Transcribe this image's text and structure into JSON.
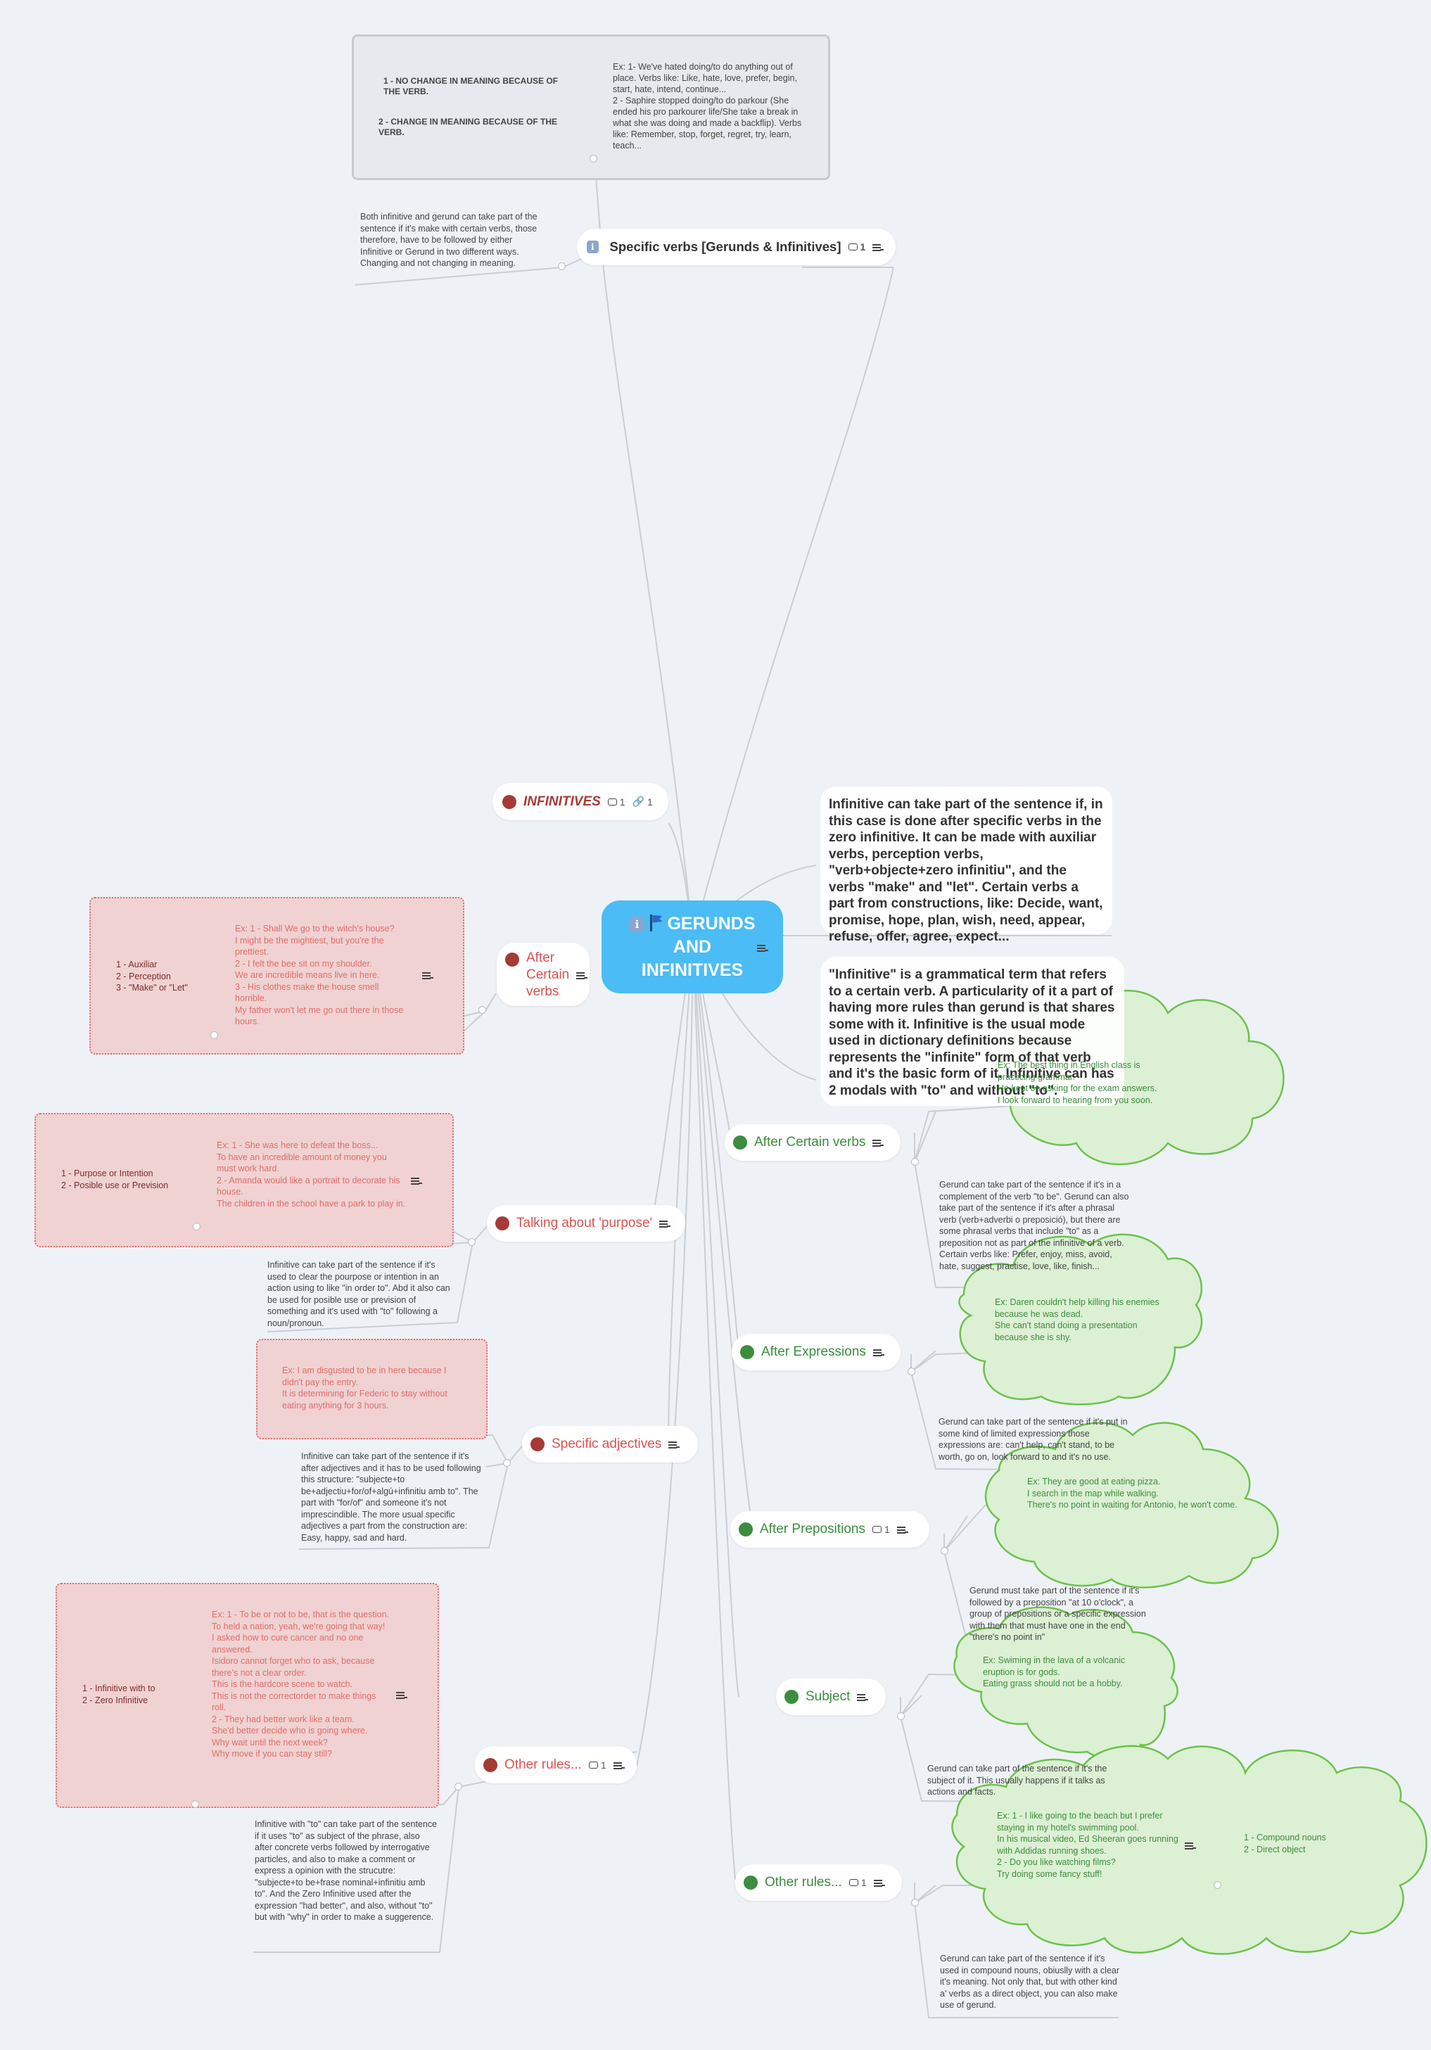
{
  "central": {
    "line1": "GERUNDS",
    "line2": "AND",
    "line3": "INFINITIVES"
  },
  "top": {
    "label": "Specific verbs [Gerunds & Infinitives]",
    "comments": "1",
    "note": "Both infinitive and gerund can take part of the sentence if it's make with certain verbs, those therefore, have to be followed by either Infinitive or Gerund in two different ways. Changing and not changing in meaning.",
    "box_item1": "1 - NO CHANGE IN MEANING BECAUSE OF THE VERB.",
    "box_item2": "2 - CHANGE IN MEANING BECAUSE OF THE VERB.",
    "box_examples": "Ex: 1- We've hated doing/to do anything out of place. Verbs like: Like, hate, love, prefer, begin, start, hate, intend, continue...\n2 - Saphire stopped doing/to do parkour (She ended his pro parkourer life/She take a break in what she was doing and made a backflip). Verbs like: Remember, stop, forget, regret, try, learn, teach..."
  },
  "infinitives": {
    "label": "INFINITIVES",
    "comments": "1",
    "links": "1",
    "def1": "Infinitive can take part of the sentence if, in this case is done after specific verbs in the zero infinitive. It can be made with auxiliar verbs, perception verbs, \"verb+objecte+zero infinitiu\", and the verbs \"make\" and \"let\". Certain verbs a part from constructions, like: Decide, want, promise, hope, plan, wish, need, appear, refuse, offer, agree, expect...",
    "def2": "\"Infinitive\" is a grammatical term that refers to a certain verb. A particularity of it a part of having more rules than gerund is that shares some with it. Infinitive is the usual mode used in dictionary definitions because represents the \"infinite\" form of that verb and it's the basic form of it. Infinitive can has 2 modals with \"to\" and without \"to\"."
  },
  "left": {
    "after_verbs": {
      "label": "After Certain verbs",
      "list": "1 - Auxiliar\n2 - Perception\n3 - \"Make\" or \"Let\"",
      "examples": "Ex: 1 - Shall We go to the witch's house?\nI might be the mightiest, but you're the prettiest.\n 2 - I felt the bee sit on my shoulder.\nWe are incredible means live in here.\n3 - His clothes make the house smell horrible.\nMy father won't let me go out there in those hours."
    },
    "purpose": {
      "label": "Talking about 'purpose'",
      "list": "1 - Purpose or Intention\n2 - Posible use or Prevision",
      "examples": "Ex: 1 - She was here to defeat the boss...\nTo have an incredible amount of money you must work hard.\n2 - Amanda would like a portrait to decorate his house.\nThe children in the school have a park to play in.",
      "note": "Infinitive can take part of the sentence if it's used to clear the pourpose or intention in an action using to like \"in order to\". Abd it also can be used for posible use or prevision of something and it's used with \"to\" following a noun/pronoun."
    },
    "adjectives": {
      "label": "Specific adjectives",
      "examples": "Ex: I am disgusted to be in here because I didn't pay the entry.\nIt is determining for Federic to stay without eating anything for 3 hours.",
      "note": "Infinitive can take part of the sentence if it's after adjectives and it has to be used following this structure: \"subjecte+to be+adjectiu+for/of+algú+infinitiu amb to\". The part with \"for/of\" and someone it's not imprescindible. The more usual specific adjectives a part from the construction are: Easy, happy, sad and hard."
    },
    "other": {
      "label": "Other rules...",
      "comments": "1",
      "list": "1 - Infinitive with to\n2 - Zero Infinitive",
      "examples": "Ex: 1 - To be or not to be, that is the question.\nTo held a nation, yeah, we're going that way!\nI asked how to cure cancer and no one answered.\nIsidoro cannot forget who to ask, because there's not a clear order.\nThis is the hardcore scene to watch.\nThis is not the correctorder to make things roll.\n2 - They had better work like a team.\nShe'd better decide who is going where.\nWhy wait until the next week?\nWhy move if you can stay still?",
      "note": "Infinitive with \"to\" can take part of the sentence if it uses \"to\" as subject of the phrase, also after concrete verbs followed by interrogative particles, and also  to make a comment or express a opinion with the strucutre: \"subjecte+to be+frase nominal+infinitiu amb to\".\nAnd the Zero Infinitive used after the expression \"had better\", and also, without \"to\" but with \"why\" in order to make a suggerence."
    }
  },
  "right": {
    "after_verbs": {
      "label": "After Certain verbs",
      "examples": "Ex: The best thing in English class is practicing grammar.\nHe kept on asking for the exam answers.\nI look forward to hearing from you soon.",
      "note": "Gerund can take part of the sentence if it's in a complement of the verb \"to be\". Gerund can also take part of the sentence if it's after a phrasal verb (verb+adverbi o preposició), but there are some phrasal verbs that include \"to\" as a preposition not as part of the infinitive of a verb. Certain verbs like: Prefer, enjoy, miss, avoid, hate, suggest, practise, love, like, finish..."
    },
    "expressions": {
      "label": "After Expressions",
      "examples": "Ex: Daren couldn't help killing his enemies because he was dead.\nShe can't stand doing a presentation because she is shy.",
      "note": "Gerund can take part of the sentence if it's put in some kind of limited expressions those expressions are: can't help, can't stand, to be worth, go on, look forward to and it's no use."
    },
    "prepositions": {
      "label": "After Prepositions",
      "comments": "1",
      "examples": "Ex: They are good at eating pizza.\nI search in the map while walking.\nThere's no point in waiting for Antonio, he won't come.",
      "note": "Gerund must take part of the sentence if it's followed by a preposition \"at 10 o'clock\", a group of prepositions or a specific expression with them that must have one in the end \"there's no point in\""
    },
    "subject": {
      "label": "Subject",
      "examples": "Ex: Swiming in the lava of a volcanic eruption is for gods.\nEating grass should not be a hobby.",
      "note": "Gerund can take part of the sentence if it's the subject of it. This usually happens if it talks as actions and facts."
    },
    "other": {
      "label": "Other rules...",
      "comments": "1",
      "examples": "Ex: 1 - I like going to the beach but I prefer staying in my hotel's swimming pool.\nIn his musical video, Ed Sheeran goes running with Addidas running shoes.\n2 - Do you like watching films?\nTry doing some fancy stuff!",
      "list": "1 - Compound nouns\n2 - Direct object",
      "note": "Gerund can take part of the sentence if it's used in compound nouns, obiuslly with a clear it's meaning. Not only that, but with other kind a' verbs as a direct object, you can also make use of gerund."
    }
  },
  "colors": {
    "central": "#4bbcf6",
    "infinitive": "#a63a36",
    "gerund": "#3c8d3e",
    "cloud": "#dcf0d4",
    "cloud_border": "#6cc24a",
    "box_red": "#f0d2d2"
  }
}
